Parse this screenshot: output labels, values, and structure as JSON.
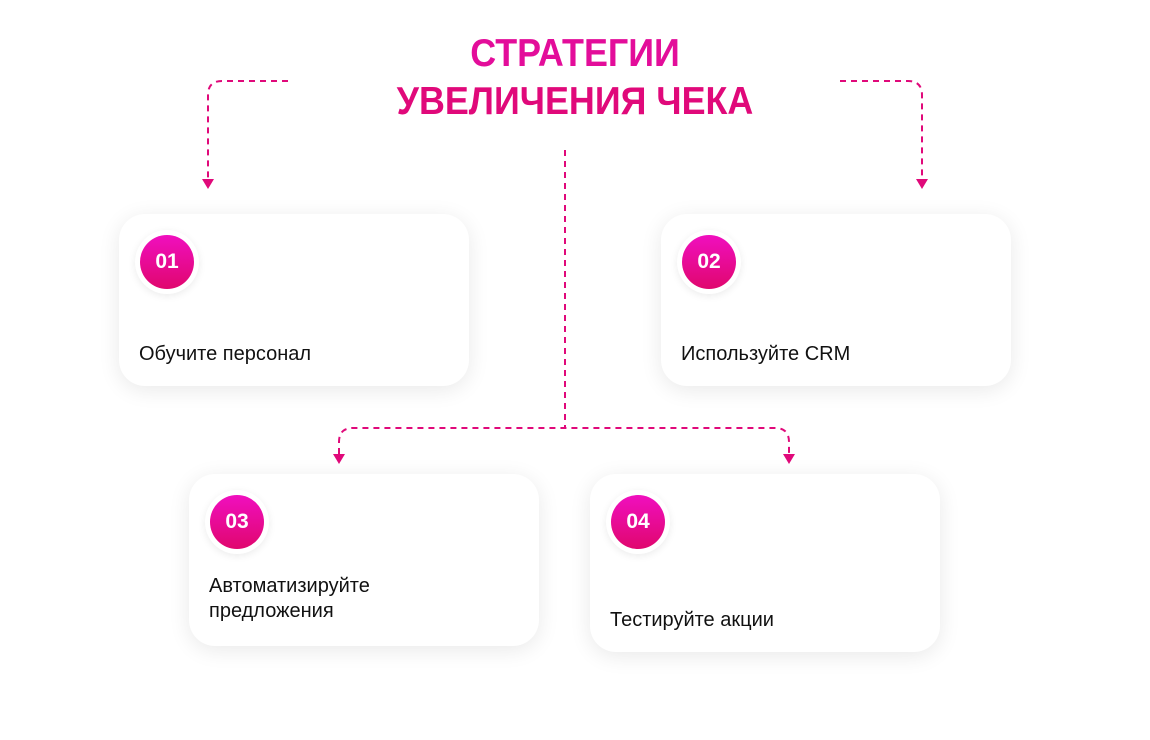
{
  "title": {
    "line1": "СТРАТЕГИИ",
    "line2": "УВЕЛИЧЕНИЯ ЧЕКА"
  },
  "colors": {
    "accent": "#e30d9a",
    "accent_dark": "#e0076e"
  },
  "cards": [
    {
      "number": "01",
      "label": "Обучите персонал"
    },
    {
      "number": "02",
      "label": "Используйте CRM"
    },
    {
      "number": "03",
      "label": "Автоматизируйте предложения"
    },
    {
      "number": "04",
      "label": "Тестируйте акции"
    }
  ]
}
